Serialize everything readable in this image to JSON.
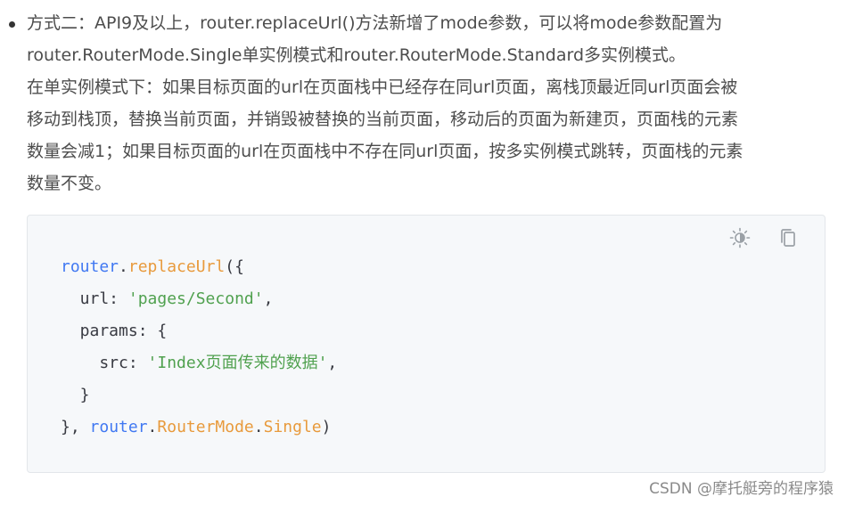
{
  "paragraphs": {
    "line1": "方式二：API9及以上，router.replaceUrl()方法新增了mode参数，可以将mode参数配置为",
    "line2": "router.RouterMode.Single单实例模式和router.RouterMode.Standard多实例模式。",
    "line3": "在单实例模式下：如果目标页面的url在页面栈中已经存在同url页面，离栈顶最近同url页面会被",
    "line4": "移动到栈顶，替换当前页面，并销毁被替换的当前页面，移动后的页面为新建页，页面栈的元素",
    "line5": "数量会减1；如果目标页面的url在页面栈中不存在同url页面，按多实例模式跳转，页面栈的元素",
    "line6": "数量不变。"
  },
  "code": {
    "l1_obj": "router",
    "l1_dot": ".",
    "l1_fn": "replaceUrl",
    "l1_open": "({",
    "l2_key": "  url: ",
    "l2_str": "'pages/Second'",
    "l2_comma": ",",
    "l3_key": "  params: {",
    "l4_key": "    src: ",
    "l4_str": "'Index页面传来的数据'",
    "l4_comma": ",",
    "l5_close": "  }",
    "l6_close": "}, ",
    "l6_obj": "router",
    "l6_dot1": ".",
    "l6_prop1": "RouterMode",
    "l6_dot2": ".",
    "l6_prop2": "Single",
    "l6_end": ")"
  },
  "icons": {
    "theme": "brightness-icon",
    "copy": "copy-icon"
  },
  "watermark": "CSDN @摩托艇旁的程序猿"
}
